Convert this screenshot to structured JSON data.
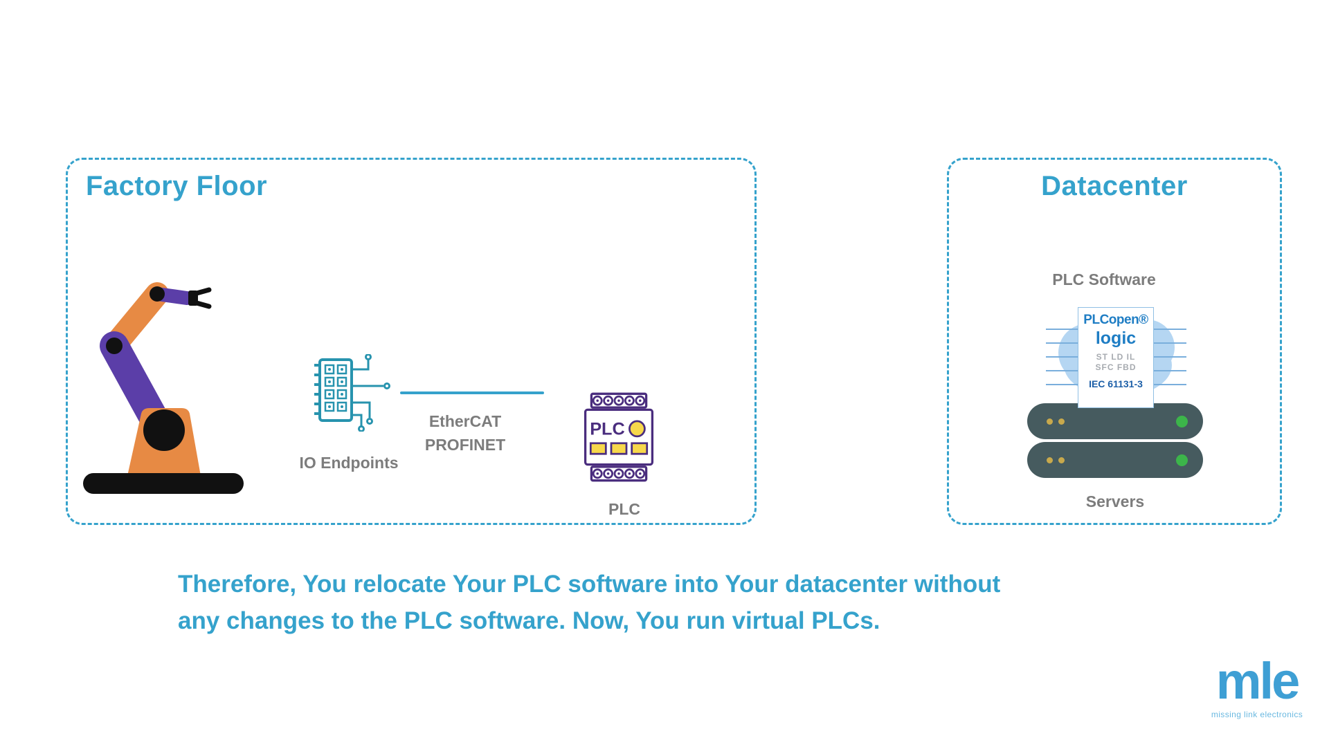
{
  "colors": {
    "accent": "#35A2CC",
    "label_gray": "#7C7C7C",
    "io_teal": "#2793AE",
    "plc_purple": "#4A2D7E",
    "plc_yellow": "#F7D84B",
    "server_body": "#465B5F",
    "server_green": "#3CB54A",
    "plcopen_blue": "#1E7DC4",
    "logo_blue": "#3E9FD4"
  },
  "factory": {
    "title": "Factory Floor",
    "io_endpoints_label": "IO Endpoints",
    "bus_labels": [
      "EtherCAT",
      "PROFINET"
    ],
    "plc_chip_text": "PLC",
    "plc_label": "PLC"
  },
  "datacenter": {
    "title": "Datacenter",
    "plc_software_label": "PLC Software",
    "plcopen_card": {
      "brand": "PLCopen®",
      "product": "logic",
      "langs_line1": "ST  LD  IL",
      "langs_line2": "SFC  FBD",
      "standard": "IEC 61131-3"
    },
    "servers_label": "Servers"
  },
  "caption": {
    "line1": "Therefore, You relocate Your PLC software into Your datacenter without",
    "line2": "any changes to the PLC software. Now, You run virtual PLCs."
  },
  "logo": {
    "wordmark": "mle",
    "tagline": "missing link electronics"
  }
}
